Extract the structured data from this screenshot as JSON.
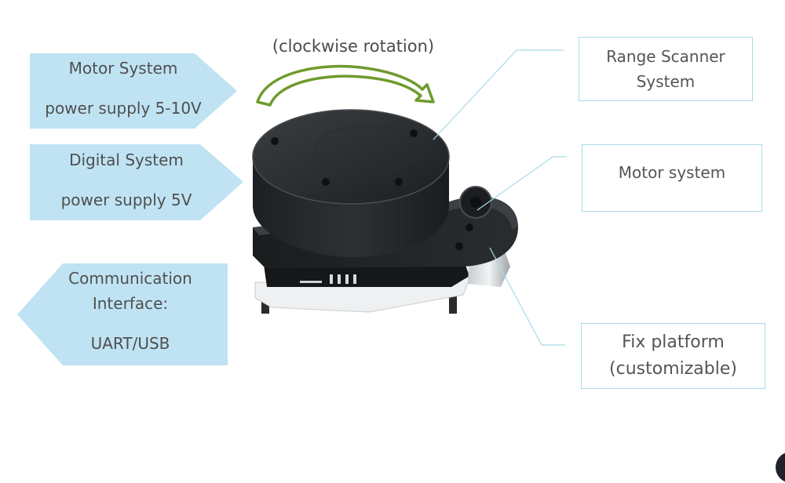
{
  "rotation_caption": "(clockwise rotation)",
  "left_labels": [
    {
      "lines": [
        "Motor System",
        "power supply 5-10V"
      ]
    },
    {
      "lines": [
        "Digital System",
        "power supply 5V"
      ]
    },
    {
      "lines": [
        "Communication",
        "Interface:",
        "UART/USB"
      ]
    }
  ],
  "right_labels": [
    {
      "lines": [
        "Range Scanner",
        "System"
      ]
    },
    {
      "lines": [
        "Motor system"
      ]
    },
    {
      "lines": [
        "Fix platform",
        "(customizable)"
      ]
    }
  ],
  "colors": {
    "label_fill": "#bfe3f3",
    "box_border": "#a9dbe8",
    "arrow_green": "#6e9b2c",
    "device_body": "#26292c"
  }
}
